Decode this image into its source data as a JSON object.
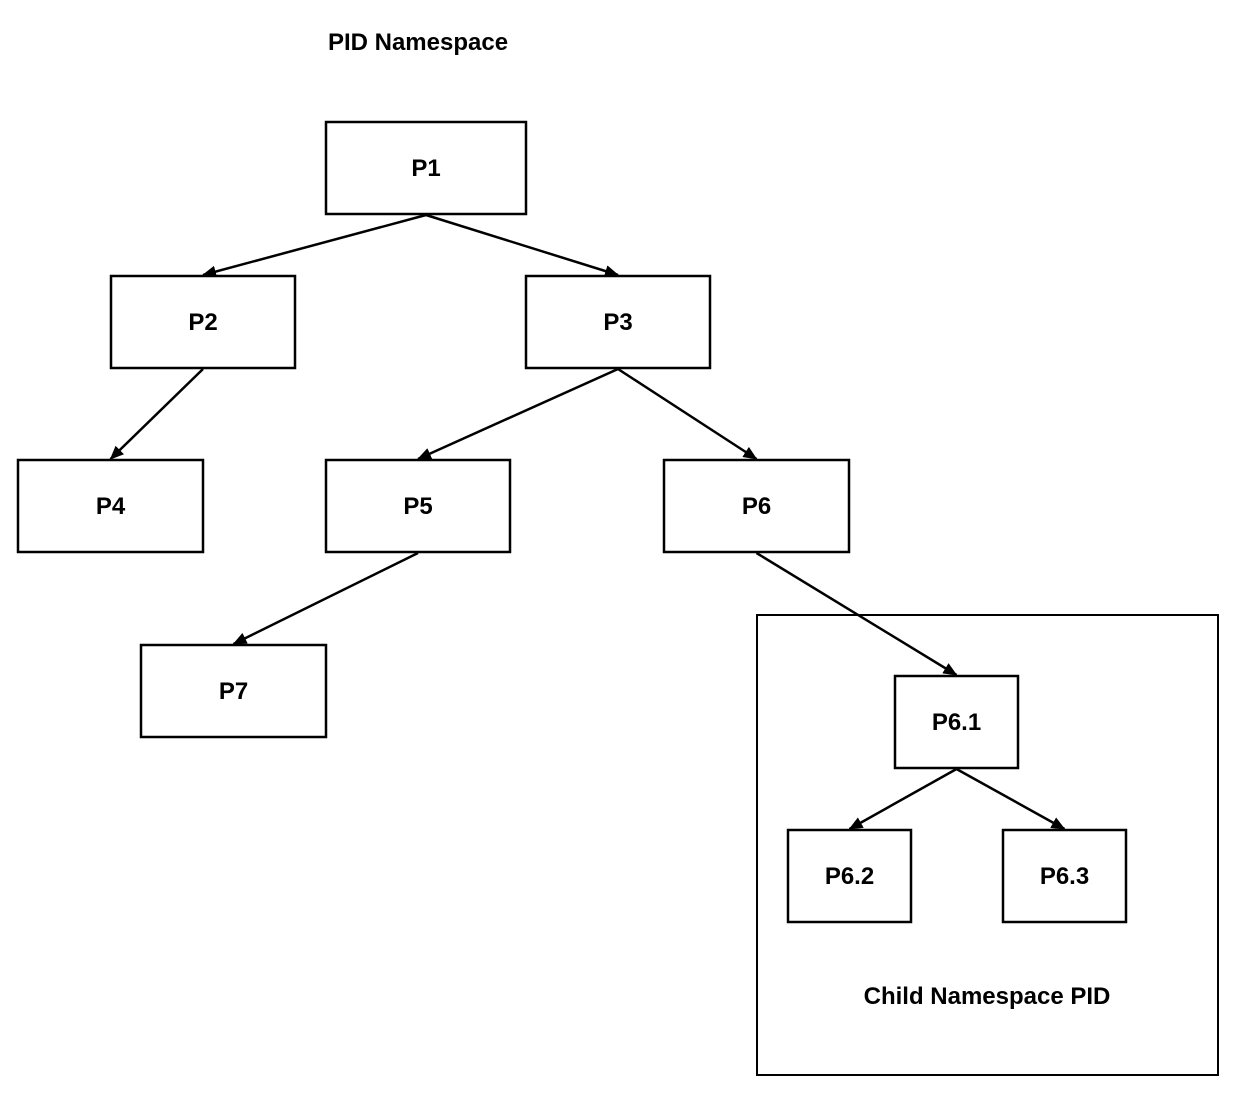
{
  "title": "PID Namespace",
  "child_namespace_label": "Child Namespace PID",
  "colors": {
    "stroke": "#000000",
    "fill": "#ffffff",
    "text": "#000000"
  },
  "nodes": [
    {
      "id": "p1",
      "label": "P1"
    },
    {
      "id": "p2",
      "label": "P2"
    },
    {
      "id": "p3",
      "label": "P3"
    },
    {
      "id": "p4",
      "label": "P4"
    },
    {
      "id": "p5",
      "label": "P5"
    },
    {
      "id": "p6",
      "label": "P6"
    },
    {
      "id": "p7",
      "label": "P7"
    },
    {
      "id": "p6-1",
      "label": "P6.1"
    },
    {
      "id": "p6-2",
      "label": "P6.2"
    },
    {
      "id": "p6-3",
      "label": "P6.3"
    }
  ],
  "edges": [
    {
      "from": "p1",
      "to": "p2"
    },
    {
      "from": "p1",
      "to": "p3"
    },
    {
      "from": "p2",
      "to": "p4"
    },
    {
      "from": "p3",
      "to": "p5"
    },
    {
      "from": "p3",
      "to": "p6"
    },
    {
      "from": "p5",
      "to": "p7"
    },
    {
      "from": "p6",
      "to": "p6-1"
    },
    {
      "from": "p6-1",
      "to": "p6-2"
    },
    {
      "from": "p6-1",
      "to": "p6-3"
    }
  ]
}
